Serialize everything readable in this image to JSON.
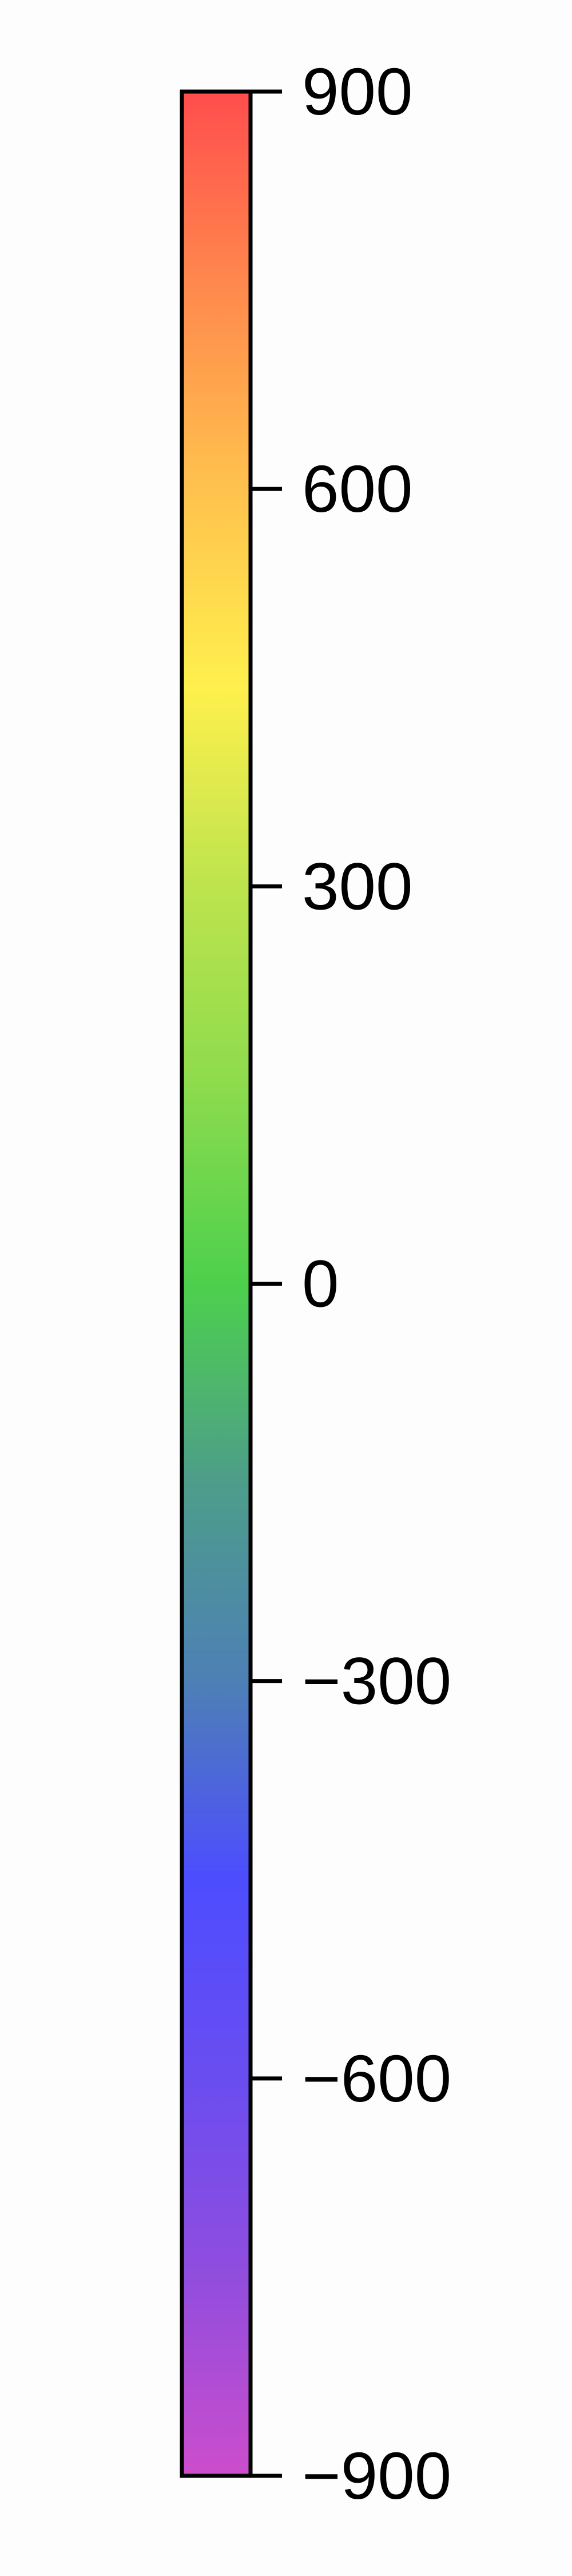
{
  "chart_data": {
    "type": "colorbar",
    "orientation": "vertical",
    "range": [
      -900,
      900
    ],
    "ticks": [
      {
        "value": 900,
        "label": "900"
      },
      {
        "value": 600,
        "label": "600"
      },
      {
        "value": 300,
        "label": "300"
      },
      {
        "value": 0,
        "label": "0"
      },
      {
        "value": -300,
        "label": "−300"
      },
      {
        "value": -600,
        "label": "−600"
      },
      {
        "value": -900,
        "label": "−900"
      }
    ],
    "colormap": [
      {
        "value": 900,
        "color": "#ff4d4d"
      },
      {
        "value": 750,
        "color": "#ff8a4d"
      },
      {
        "value": 600,
        "color": "#ffc24d"
      },
      {
        "value": 450,
        "color": "#fff04d"
      },
      {
        "value": 300,
        "color": "#bde44d"
      },
      {
        "value": 150,
        "color": "#8ddb4d"
      },
      {
        "value": 0,
        "color": "#4dd04d"
      },
      {
        "value": -150,
        "color": "#4d9d8a"
      },
      {
        "value": -300,
        "color": "#4d80b5"
      },
      {
        "value": -450,
        "color": "#4d4dff"
      },
      {
        "value": -600,
        "color": "#6a4df0"
      },
      {
        "value": -750,
        "color": "#914dde"
      },
      {
        "value": -900,
        "color": "#cc4dcc"
      }
    ],
    "frame_color": "#000000"
  }
}
